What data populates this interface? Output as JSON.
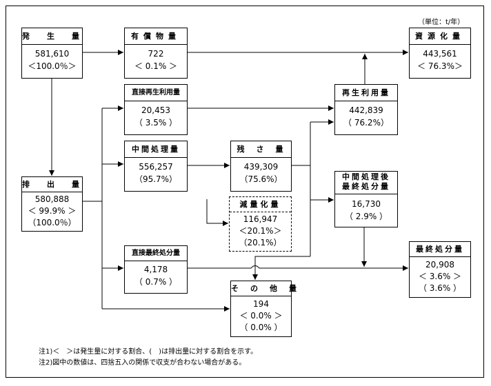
{
  "unit_label": "（単位：t/年）",
  "boxes": {
    "generation": {
      "title": "発　生　量",
      "lines": [
        "581,610",
        "＜100.0％＞"
      ]
    },
    "valuables": {
      "title": "有償物量",
      "lines": [
        "722",
        "＜ 0.1% ＞"
      ]
    },
    "resource": {
      "title": "資源化量",
      "lines": [
        "443,561",
        "＜ 76.3%＞"
      ]
    },
    "direct_recycle": {
      "title": "直接再生利用量",
      "lines": [
        "20,453",
        "（ 3.5% ）"
      ]
    },
    "recycle": {
      "title": "再生利用量",
      "lines": [
        "442,839",
        "（ 76.2%）"
      ]
    },
    "intermediate": {
      "title": "中間処理量",
      "lines": [
        "556,257",
        "（95.7%）"
      ]
    },
    "residue": {
      "title": "残　さ　量",
      "lines": [
        "439,309",
        "（75.6%）"
      ]
    },
    "post_final": {
      "title_lines": [
        "中間処理後",
        "最終処分量"
      ],
      "lines": [
        "16,730",
        "（ 2.9% ）"
      ]
    },
    "discharge": {
      "title": "排　出　量",
      "lines": [
        "580,888",
        "＜ 99.9% ＞",
        "（100.0％）"
      ]
    },
    "reduction": {
      "title": "減量化量",
      "lines": [
        "116,947",
        "＜20.1%＞",
        "（20.1%）"
      ]
    },
    "direct_final": {
      "title": "直接最終処分量",
      "lines": [
        "4,178",
        "（ 0.7% ）"
      ]
    },
    "final": {
      "title": "最終処分量",
      "lines": [
        "20,908",
        "＜ 3.6% ＞",
        "（ 3.6% ）"
      ]
    },
    "other": {
      "title": "そ　の　他　量",
      "lines": [
        "194",
        "＜ 0.0% ＞",
        "（ 0.0% ）"
      ]
    }
  },
  "notes": [
    "注1)＜　＞は発生量に対する割合、(　)は排出量に対する割合を示す。",
    "注2)図中の数値は、四捨五入の関係で収支が合わない場合がある。"
  ]
}
